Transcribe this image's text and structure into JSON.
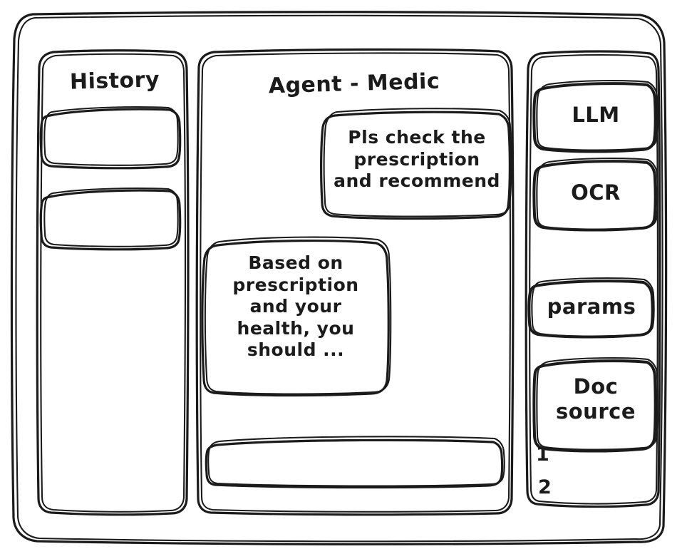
{
  "window": {
    "name": "agent-wireframe-window",
    "style": "hand-drawn-wireframe",
    "background_color": "#ffffff",
    "ink_color": "#1b1b1b"
  },
  "sidebar": {
    "title": "History",
    "items": [
      {
        "label": "",
        "name": "history-item-1"
      },
      {
        "label": "",
        "name": "history-item-2"
      }
    ]
  },
  "main": {
    "title": "Agent - Medic",
    "messages": [
      {
        "role": "user",
        "align": "right",
        "text": "Pls check the\nprescription\nand recommend"
      },
      {
        "role": "assistant",
        "align": "left",
        "text": "Based on\nprescription\nand your\nhealth, you\nshould ..."
      }
    ],
    "composer": {
      "value": "",
      "placeholder": ""
    }
  },
  "tools_panel": {
    "chips": [
      {
        "label": "LLM",
        "name": "tool-chip-llm"
      },
      {
        "label": "OCR",
        "name": "tool-chip-ocr"
      },
      {
        "label": "params",
        "name": "tool-chip-params"
      },
      {
        "label": "Doc\nsource",
        "name": "tool-chip-doc-source"
      }
    ],
    "source_list": [
      {
        "label": "1"
      },
      {
        "label": "2"
      }
    ]
  }
}
